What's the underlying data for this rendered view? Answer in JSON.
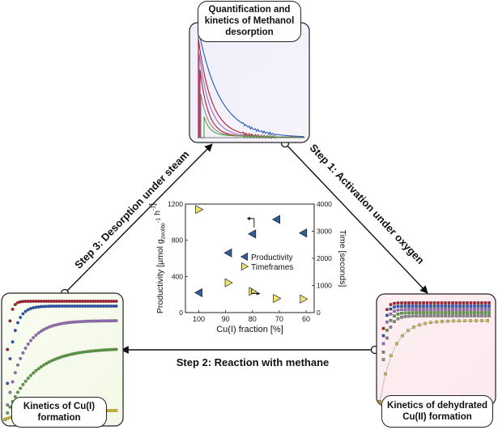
{
  "top_panel": {
    "title_line1": "Quantification and",
    "title_line2": "kinetics of Methanol",
    "title_line3": "desorption"
  },
  "left_panel": {
    "title_line1": "Kinetics of Cu(I)",
    "title_line2": "formation"
  },
  "right_panel": {
    "title_line1": "Kinetics of dehydrated",
    "title_line2": "Cu(II) formation"
  },
  "steps": {
    "step1": "Step 1: Activation under oxygen",
    "step2": "Step 2: Reaction with methane",
    "step3": "Step 3: Desorption under steam"
  },
  "colors": {
    "red": "#b01c2e",
    "blue": "#2a55b8",
    "purple": "#9a6fc0",
    "green": "#5aa040",
    "yellow": "#d8c020",
    "gray": "#888888",
    "productivity": "#2e5d9e",
    "timeframes": "#f2e26b"
  },
  "chart_data": {
    "type": "scatter",
    "xlabel": "Cu(I) fraction [%]",
    "ylabel_left": "Productivity [µmol g",
    "ylabel_left_sub": "zeolite",
    "ylabel_left_sup": "-1",
    "ylabel_left_end": "h",
    "ylabel_left_end_sup": "-1",
    "ylabel_left_close": "]",
    "ylabel_right": "Time [seconds]",
    "x_ticks": [
      "100",
      "90",
      "80",
      "70",
      "60"
    ],
    "y_left_ticks": [
      "0",
      "400",
      "800",
      "1200"
    ],
    "y_right_ticks": [
      "0",
      "1000",
      "2000",
      "3000",
      "4000"
    ],
    "xlim": [
      105,
      57
    ],
    "ylim_left": [
      0,
      1200
    ],
    "ylim_right": [
      0,
      4000
    ],
    "legend_placement": "center-right",
    "series": [
      {
        "name": "Productivity",
        "axis": "left",
        "marker": "triangle-left",
        "x": [
          100,
          89,
          80,
          71,
          61
        ],
        "y": [
          220,
          660,
          870,
          1030,
          880
        ]
      },
      {
        "name": "Timeframes",
        "axis": "right",
        "marker": "triangle-right",
        "x": [
          100,
          89,
          80,
          71,
          61
        ],
        "y": [
          3800,
          1100,
          780,
          520,
          500
        ]
      }
    ]
  }
}
